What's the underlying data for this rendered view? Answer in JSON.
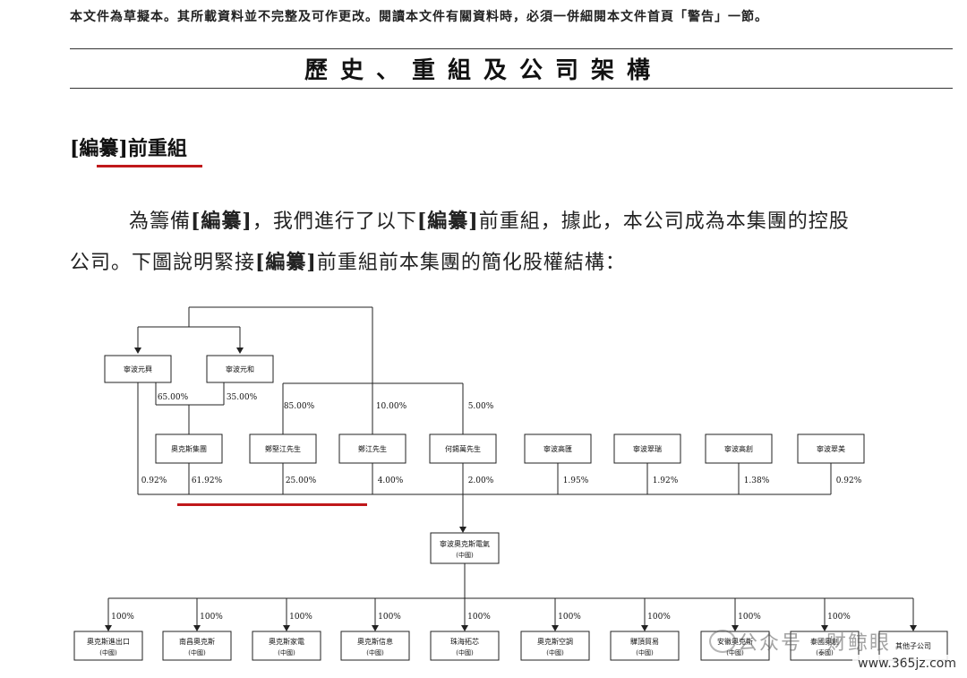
{
  "header": {
    "notice": "本文件為草擬本。其所載資料並不完整及可作更改。閱讀本文件有關資料時，必須一併細閱本文件首頁「警告」一節。",
    "section_title": "歷史、重組及公司架構"
  },
  "sub_heading": "[編纂]前重組",
  "paragraph": {
    "line1_a": "為籌備",
    "line1_b": "[編纂]",
    "line1_c": "，我們進行了以下",
    "line1_d": "[編纂]",
    "line1_e": "前重組，據此，本公司成為本集團的控股",
    "line2_a": "公司。下圖說明緊接",
    "line2_b": "[編纂]",
    "line2_c": "前重組前本集團的簡化股權結構："
  },
  "chart": {
    "top_holders": [
      {
        "id": "yuanxing",
        "name": "寧波元興"
      },
      {
        "id": "yuanhe",
        "name": "寧波元和"
      }
    ],
    "upper_pct": {
      "yuanxing_to_aux": "65.00%",
      "yuanhe_to_aux": "35.00%",
      "jian_to_zheng": "85.00%",
      "jian_to_zhengjiang": "10.00%",
      "jian_to_he": "5.00%"
    },
    "shareholders": [
      {
        "name": "奧克斯集團",
        "pct": "61.92%"
      },
      {
        "name": "鄭堅江先生",
        "pct": "25.00%"
      },
      {
        "name": "鄭江先生",
        "pct": "4.00%"
      },
      {
        "name": "何錫萬先生",
        "pct": "2.00%"
      },
      {
        "name": "寧波高匯",
        "pct": "1.95%"
      },
      {
        "name": "寧波翠瑞",
        "pct": "1.92%"
      },
      {
        "name": "寧波高創",
        "pct": "1.38%"
      },
      {
        "name": "寧波翠美",
        "pct": "0.92%"
      }
    ],
    "yuanxing_direct_pct": "0.92%",
    "company": {
      "name": "寧波奧克斯電氣",
      "sub": "(中國)"
    },
    "subsidiaries": [
      {
        "name": "奧克斯進出口",
        "sub": "(中國)",
        "pct": "100%"
      },
      {
        "name": "南昌奧克斯",
        "sub": "(中國)",
        "pct": "100%"
      },
      {
        "name": "奧克斯家電",
        "sub": "(中國)",
        "pct": "100%"
      },
      {
        "name": "奧克斯信息",
        "sub": "(中國)",
        "pct": "100%"
      },
      {
        "name": "珠海拓芯",
        "sub": "(中國)",
        "pct": "100%"
      },
      {
        "name": "奧克斯空調",
        "sub": "(中國)",
        "pct": "100%"
      },
      {
        "name": "驊頂貿易",
        "sub": "(中國)",
        "pct": "100%"
      },
      {
        "name": "安徽奧克斯",
        "sub": "(中國)",
        "pct": "100%"
      },
      {
        "name": "泰國奧創",
        "sub": "(泰國)",
        "pct": "100%"
      },
      {
        "name": "其他子公司",
        "sub": "",
        "pct": ""
      }
    ]
  },
  "watermark": {
    "text": "公众号 · 财鲸眼",
    "site": "www.365jz.com"
  },
  "colors": {
    "accent_red": "#c0181b",
    "line": "#222222"
  }
}
